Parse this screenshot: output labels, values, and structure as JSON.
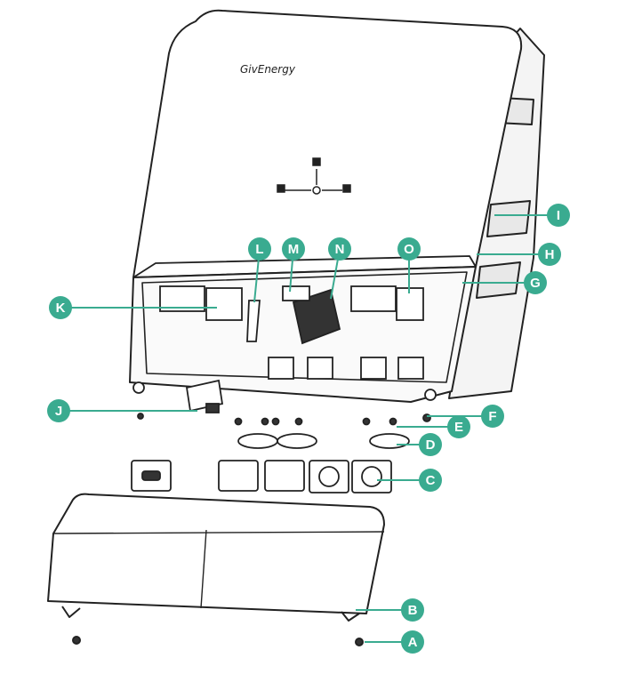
{
  "brand": "GivEnergy",
  "accent_color": "#3aab90",
  "callouts": [
    {
      "id": "A",
      "label": "A"
    },
    {
      "id": "B",
      "label": "B"
    },
    {
      "id": "C",
      "label": "C"
    },
    {
      "id": "D",
      "label": "D"
    },
    {
      "id": "E",
      "label": "E"
    },
    {
      "id": "F",
      "label": "F"
    },
    {
      "id": "G",
      "label": "G"
    },
    {
      "id": "H",
      "label": "H"
    },
    {
      "id": "I",
      "label": "I"
    },
    {
      "id": "J",
      "label": "J"
    },
    {
      "id": "K",
      "label": "K"
    },
    {
      "id": "L",
      "label": "L"
    },
    {
      "id": "M",
      "label": "M"
    },
    {
      "id": "N",
      "label": "N"
    },
    {
      "id": "O",
      "label": "O"
    }
  ]
}
